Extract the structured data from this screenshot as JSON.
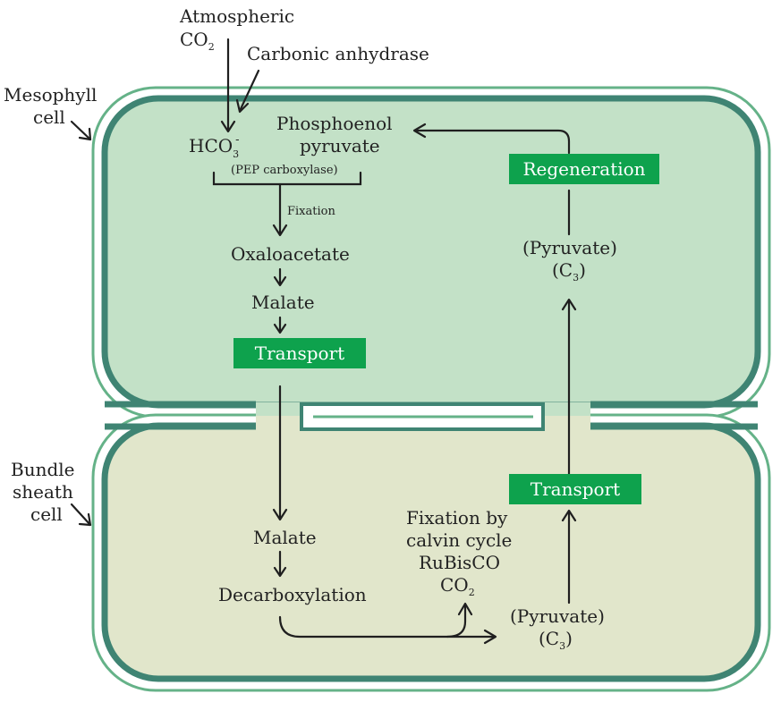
{
  "colors": {
    "mesophyll_fill": "#c3e1c7",
    "bundle_sheath_fill": "#e1e6cb",
    "cell_wall_dark": "#3f8473",
    "cell_wall_light": "#65b288",
    "label_box": "#0ea24d",
    "label_text": "#ffffff",
    "arrow": "#1f1f1f"
  },
  "labels": {
    "mesophyll_cell_1": "Mesophyll",
    "mesophyll_cell_2": "cell",
    "bundle_sheath_cell_1": "Bundle",
    "bundle_sheath_cell_2": "sheath",
    "bundle_sheath_cell_3": "cell",
    "atmospheric_co2_1": "Atmospheric",
    "atmospheric_co2_2": "CO",
    "co2_subscript": "2",
    "carbonic_anhydrase": "Carbonic anhydrase",
    "hco3": "HCO",
    "hco3_subscript": "3",
    "hco3_superscript": "-",
    "pep_1": "Phosphoenol",
    "pep_2": "pyruvate",
    "pep_carboxylase": "(PEP carboxylase)",
    "fixation": "Fixation",
    "oxaloacetate": "Oxaloacetate",
    "malate_top": "Malate",
    "transport_top": "Transport",
    "regeneration": "Regeneration",
    "pyruvate_top": "(Pyruvate)",
    "c3_top_open": "(C",
    "c3_top_sub": "3",
    "c3_top_close": ")",
    "malate_bottom": "Malate",
    "decarboxylation": "Decarboxylation",
    "calvin_1": "Fixation by",
    "calvin_2": "calvin cycle",
    "calvin_3": "RuBisCO",
    "calvin_co2": "CO",
    "calvin_co2_sub": "2",
    "pyruvate_bottom": "(Pyruvate)",
    "c3_bottom_open": "(C",
    "c3_bottom_sub": "3",
    "c3_bottom_close": ")",
    "transport_bottom": "Transport"
  }
}
